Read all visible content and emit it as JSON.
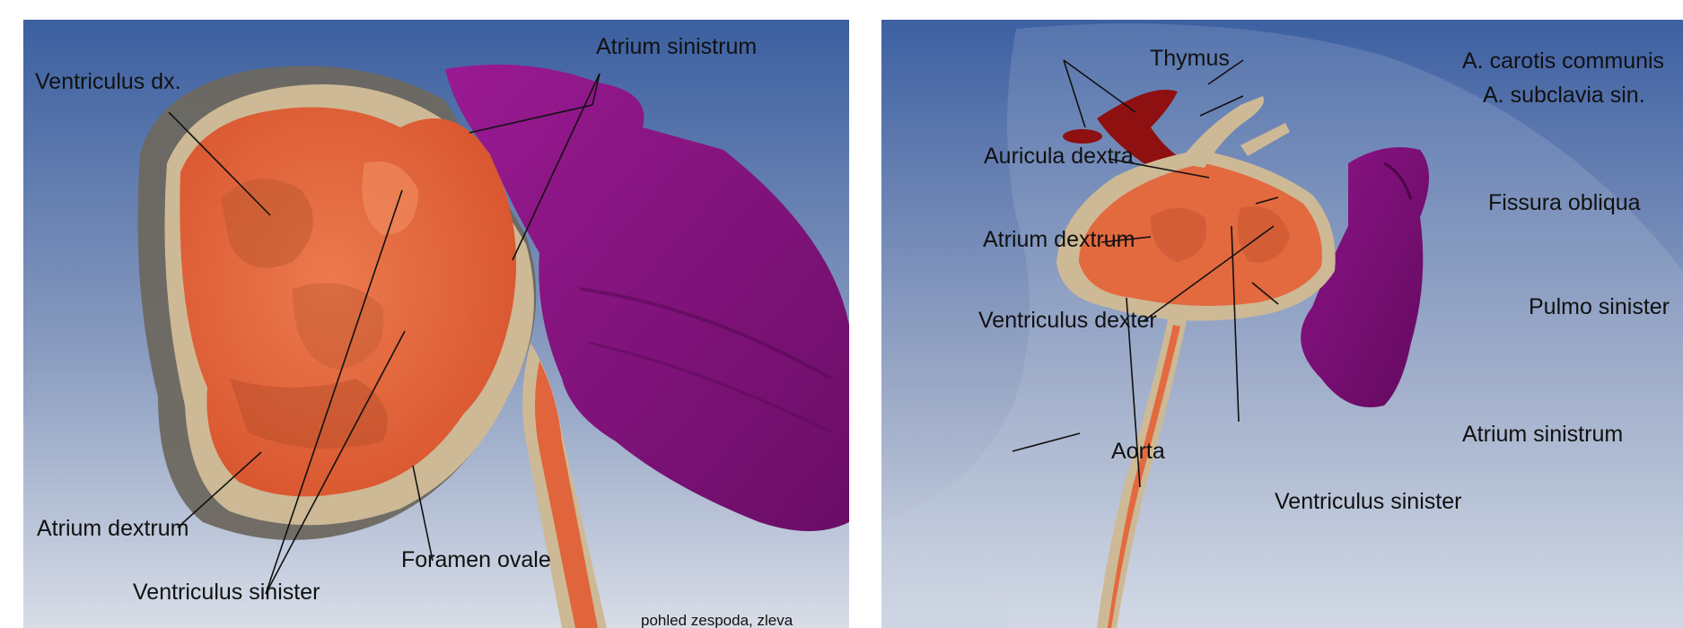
{
  "left_panel": {
    "labels": {
      "ventriculus_dx": "Ventriculus dx.",
      "atrium_sinistrum": "Atrium sinistrum",
      "atrium_dextrum": "Atrium dextrum",
      "ventriculus_sinister": "Ventriculus sinister",
      "foramen_ovale": "Foramen ovale"
    },
    "view_note": "pohled zespoda, zleva"
  },
  "right_panel": {
    "labels": {
      "thymus": "Thymus",
      "a_carotis": "A. carotis communis",
      "a_subclavia": "A. subclavia sin.",
      "auricula_dextra": "Auricula dextra",
      "fissura_obliqua": "Fissura obliqua",
      "atrium_dextrum": "Atrium dextrum",
      "pulmo_sinister": "Pulmo sinister",
      "ventriculus_dexter": "Ventriculus dexter",
      "atrium_sinistrum": "Atrium sinistrum",
      "aorta": "Aorta",
      "ventriculus_sinister": "Ventriculus sinister"
    }
  },
  "colors": {
    "sky_top": "#3b5fa0",
    "sky_bottom": "#d5dbe6",
    "muscle": "#e8643e",
    "tissue": "#c9b48f",
    "lung": "#86117f",
    "thymus": "#8e1010"
  }
}
